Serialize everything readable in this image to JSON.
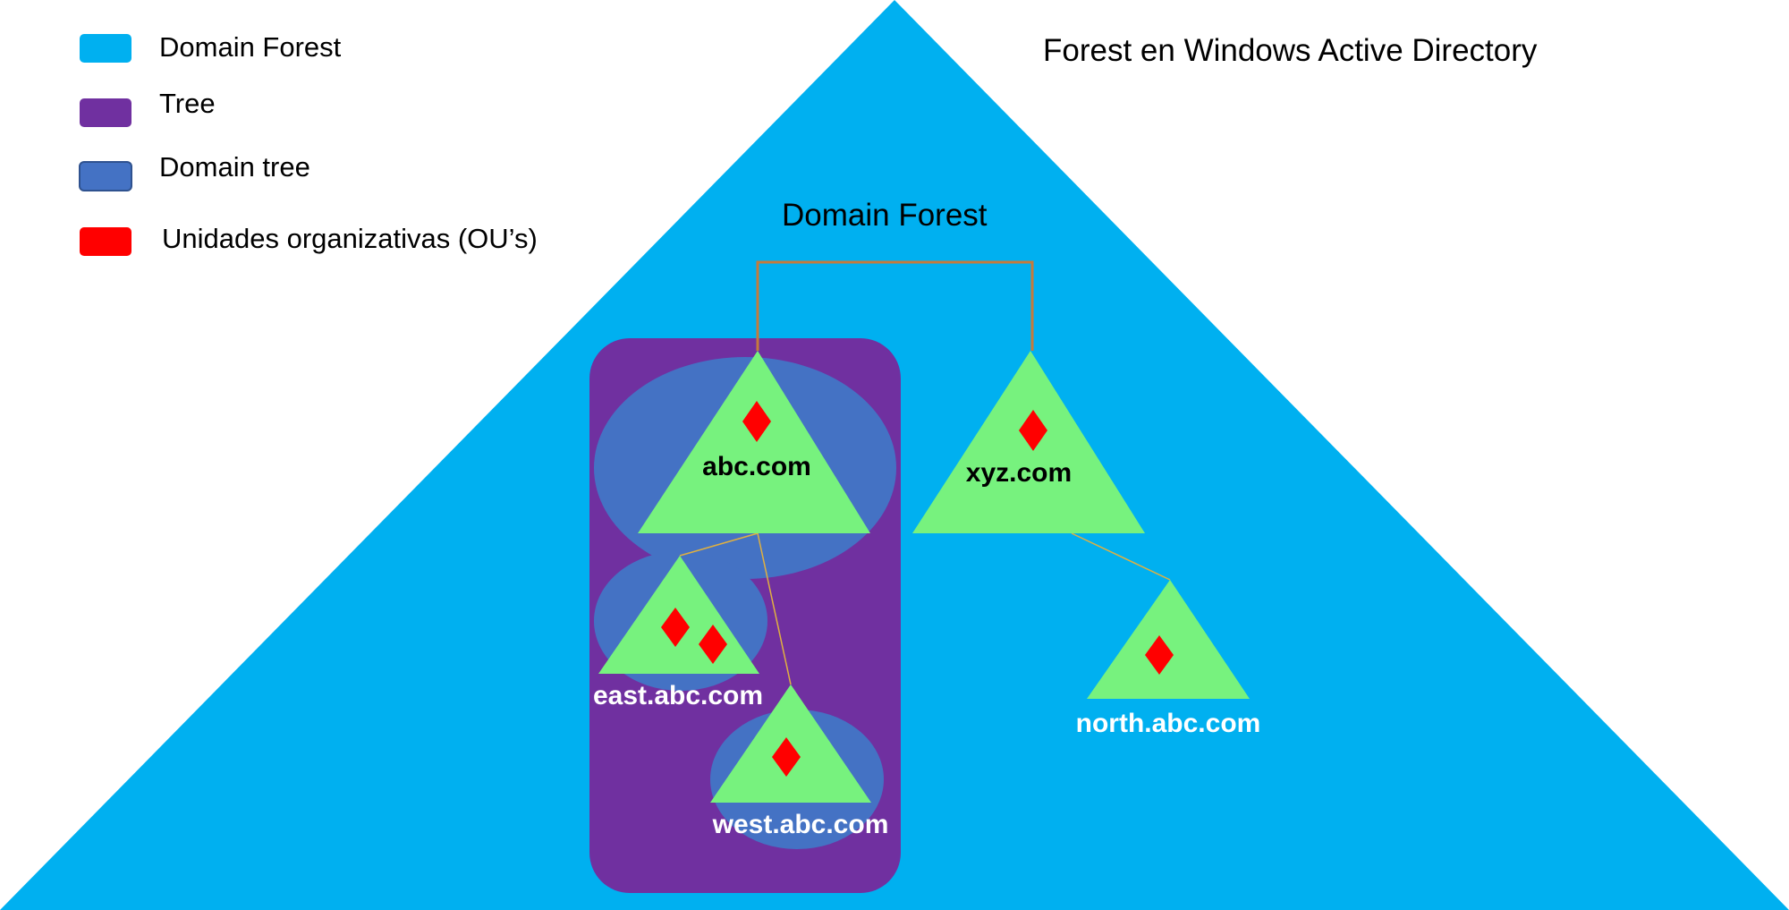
{
  "title": "Forest en Windows Active Directory",
  "forest_label": "Domain Forest",
  "colors": {
    "domain_forest": "#00B0F0",
    "tree": "#7030A0",
    "domain_tree": "#4472C4",
    "ou": "#FF0000",
    "domain_triangle": "#77F27E",
    "link_root": "#C57A3C",
    "link_child": "#E0B040"
  },
  "legend": [
    {
      "label": "Domain Forest",
      "color": "#00B0F0"
    },
    {
      "label": "Tree",
      "color": "#7030A0"
    },
    {
      "label": "Domain tree",
      "color": "#4472C4"
    },
    {
      "label": "Unidades organizativas (OU’s)",
      "color": "#FF0000"
    }
  ],
  "domains": {
    "abc": {
      "name": "abc.com",
      "ou_count": 1
    },
    "xyz": {
      "name": "xyz.com",
      "ou_count": 1
    },
    "east": {
      "name": "east.abc.com",
      "ou_count": 2
    },
    "west": {
      "name": "west.abc.com",
      "ou_count": 1
    },
    "north": {
      "name": "north.abc.com",
      "ou_count": 1
    }
  }
}
